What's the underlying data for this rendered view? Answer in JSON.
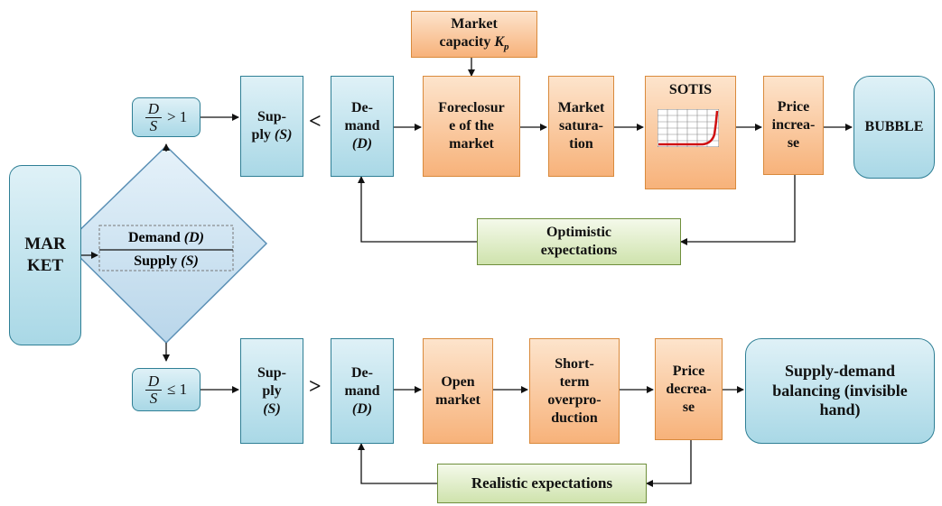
{
  "market": {
    "line1": "MAR",
    "line2": "KET"
  },
  "decision": {
    "top": "Demand",
    "top_var": "(D)",
    "bottom": "Supply",
    "bottom_var": "(S)"
  },
  "cond_top": {
    "num": "D",
    "den": "S",
    "rel": "> 1"
  },
  "cond_bottom": {
    "num": "D",
    "den": "S",
    "rel": "≤ 1"
  },
  "top_row": {
    "supply": {
      "l1": "Sup-",
      "l2": "ply",
      "var": "(S)"
    },
    "comparator": "<",
    "demand": {
      "l1": "De-",
      "l2": "mand",
      "var": "(D)"
    },
    "capacity": {
      "l1": "Market",
      "l2": "capacity",
      "var": "K",
      "sub": "p"
    },
    "foreclosure": {
      "l1": "Foreclosur",
      "l2": "e of the",
      "l3": "market"
    },
    "saturation": {
      "l1": "Market",
      "l2": "satura-",
      "l3": "tion"
    },
    "sotis": "SOTIS",
    "price": {
      "l1": "Price",
      "l2": "increa-",
      "l3": "se"
    },
    "bubble": "BUBBLE",
    "feedback": {
      "l1": "Optimistic",
      "l2": "expectations"
    }
  },
  "bottom_row": {
    "supply": {
      "l1": "Sup-",
      "l2": "ply",
      "var": "(S)"
    },
    "comparator": ">",
    "demand": {
      "l1": "De-",
      "l2": "mand",
      "var": "(D)"
    },
    "open": {
      "l1": "Open",
      "l2": "market"
    },
    "overprod": {
      "l1": "Short-",
      "l2": "term",
      "l3": "overpro-",
      "l4": "duction"
    },
    "price": {
      "l1": "Price",
      "l2": "decrea-",
      "l3": "se"
    },
    "balance": {
      "l1": "Supply-demand",
      "l2": "balancing (invisible",
      "l3": "hand)"
    },
    "feedback": "Realistic expectations"
  },
  "colors": {
    "blue_border": "#2f7f95",
    "orange_border": "#d98a3c",
    "green_border": "#6f8f3c",
    "curve": "#d01010"
  }
}
